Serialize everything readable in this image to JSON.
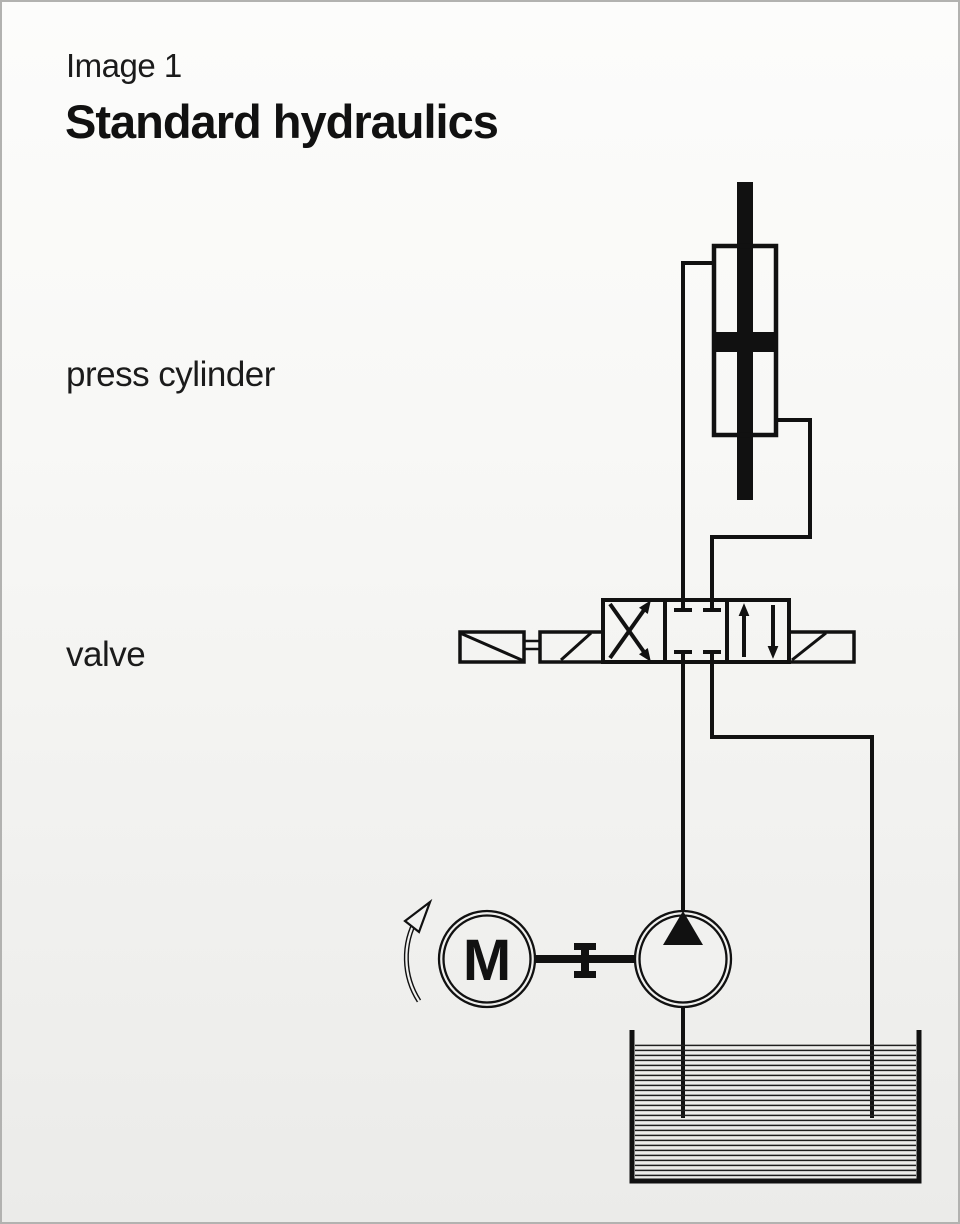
{
  "page": {
    "background_top": "#fcfcfb",
    "background_bottom": "#ebebe9",
    "border_color": "#b2b2b0",
    "line_color": "#111111"
  },
  "header": {
    "image_label": "Image 1",
    "title": "Standard hydraulics"
  },
  "labels": {
    "press_cylinder": "press cylinder",
    "valve": "valve"
  },
  "diagram": {
    "motor_letter": "M",
    "symbols": [
      "press-cylinder",
      "directional-control-valve",
      "solenoid-actuator",
      "electric-motor",
      "hydraulic-pump",
      "rotation-arrow",
      "tank-reservoir"
    ]
  }
}
